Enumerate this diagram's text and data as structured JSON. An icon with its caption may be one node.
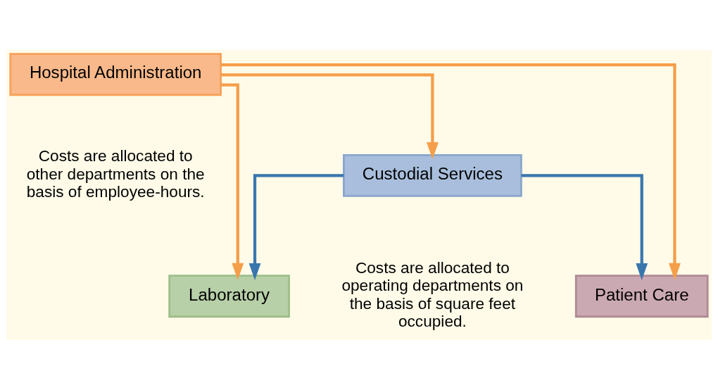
{
  "diagram": {
    "nodes": [
      {
        "text": [
          "Hospital Administration"
        ],
        "beside": [
          "Costs are allocated to other departments on the basis of employee-hours."
        ]
      },
      {
        "text": [
          "Custodial Services"
        ],
        "beside": [
          "Costs are allocated to operating departments on the basis of square feet occupied."
        ]
      },
      {
        "text": [
          "Laboratory"
        ]
      },
      {
        "text": [
          "Patient Care"
        ]
      }
    ],
    "edges": [
      {
        "from": 0,
        "to": 1,
        "arrow": "to"
      },
      {
        "from": 0,
        "to": 2,
        "arrow": "to"
      },
      {
        "from": 0,
        "to": 3,
        "arrow": "to"
      },
      {
        "from": 1,
        "to": 2,
        "arrow": "to",
        "color": "#3a76ae"
      },
      {
        "from": 1,
        "to": 3,
        "arrow": "to",
        "color": "#3a76ae"
      }
    ]
  }
}
